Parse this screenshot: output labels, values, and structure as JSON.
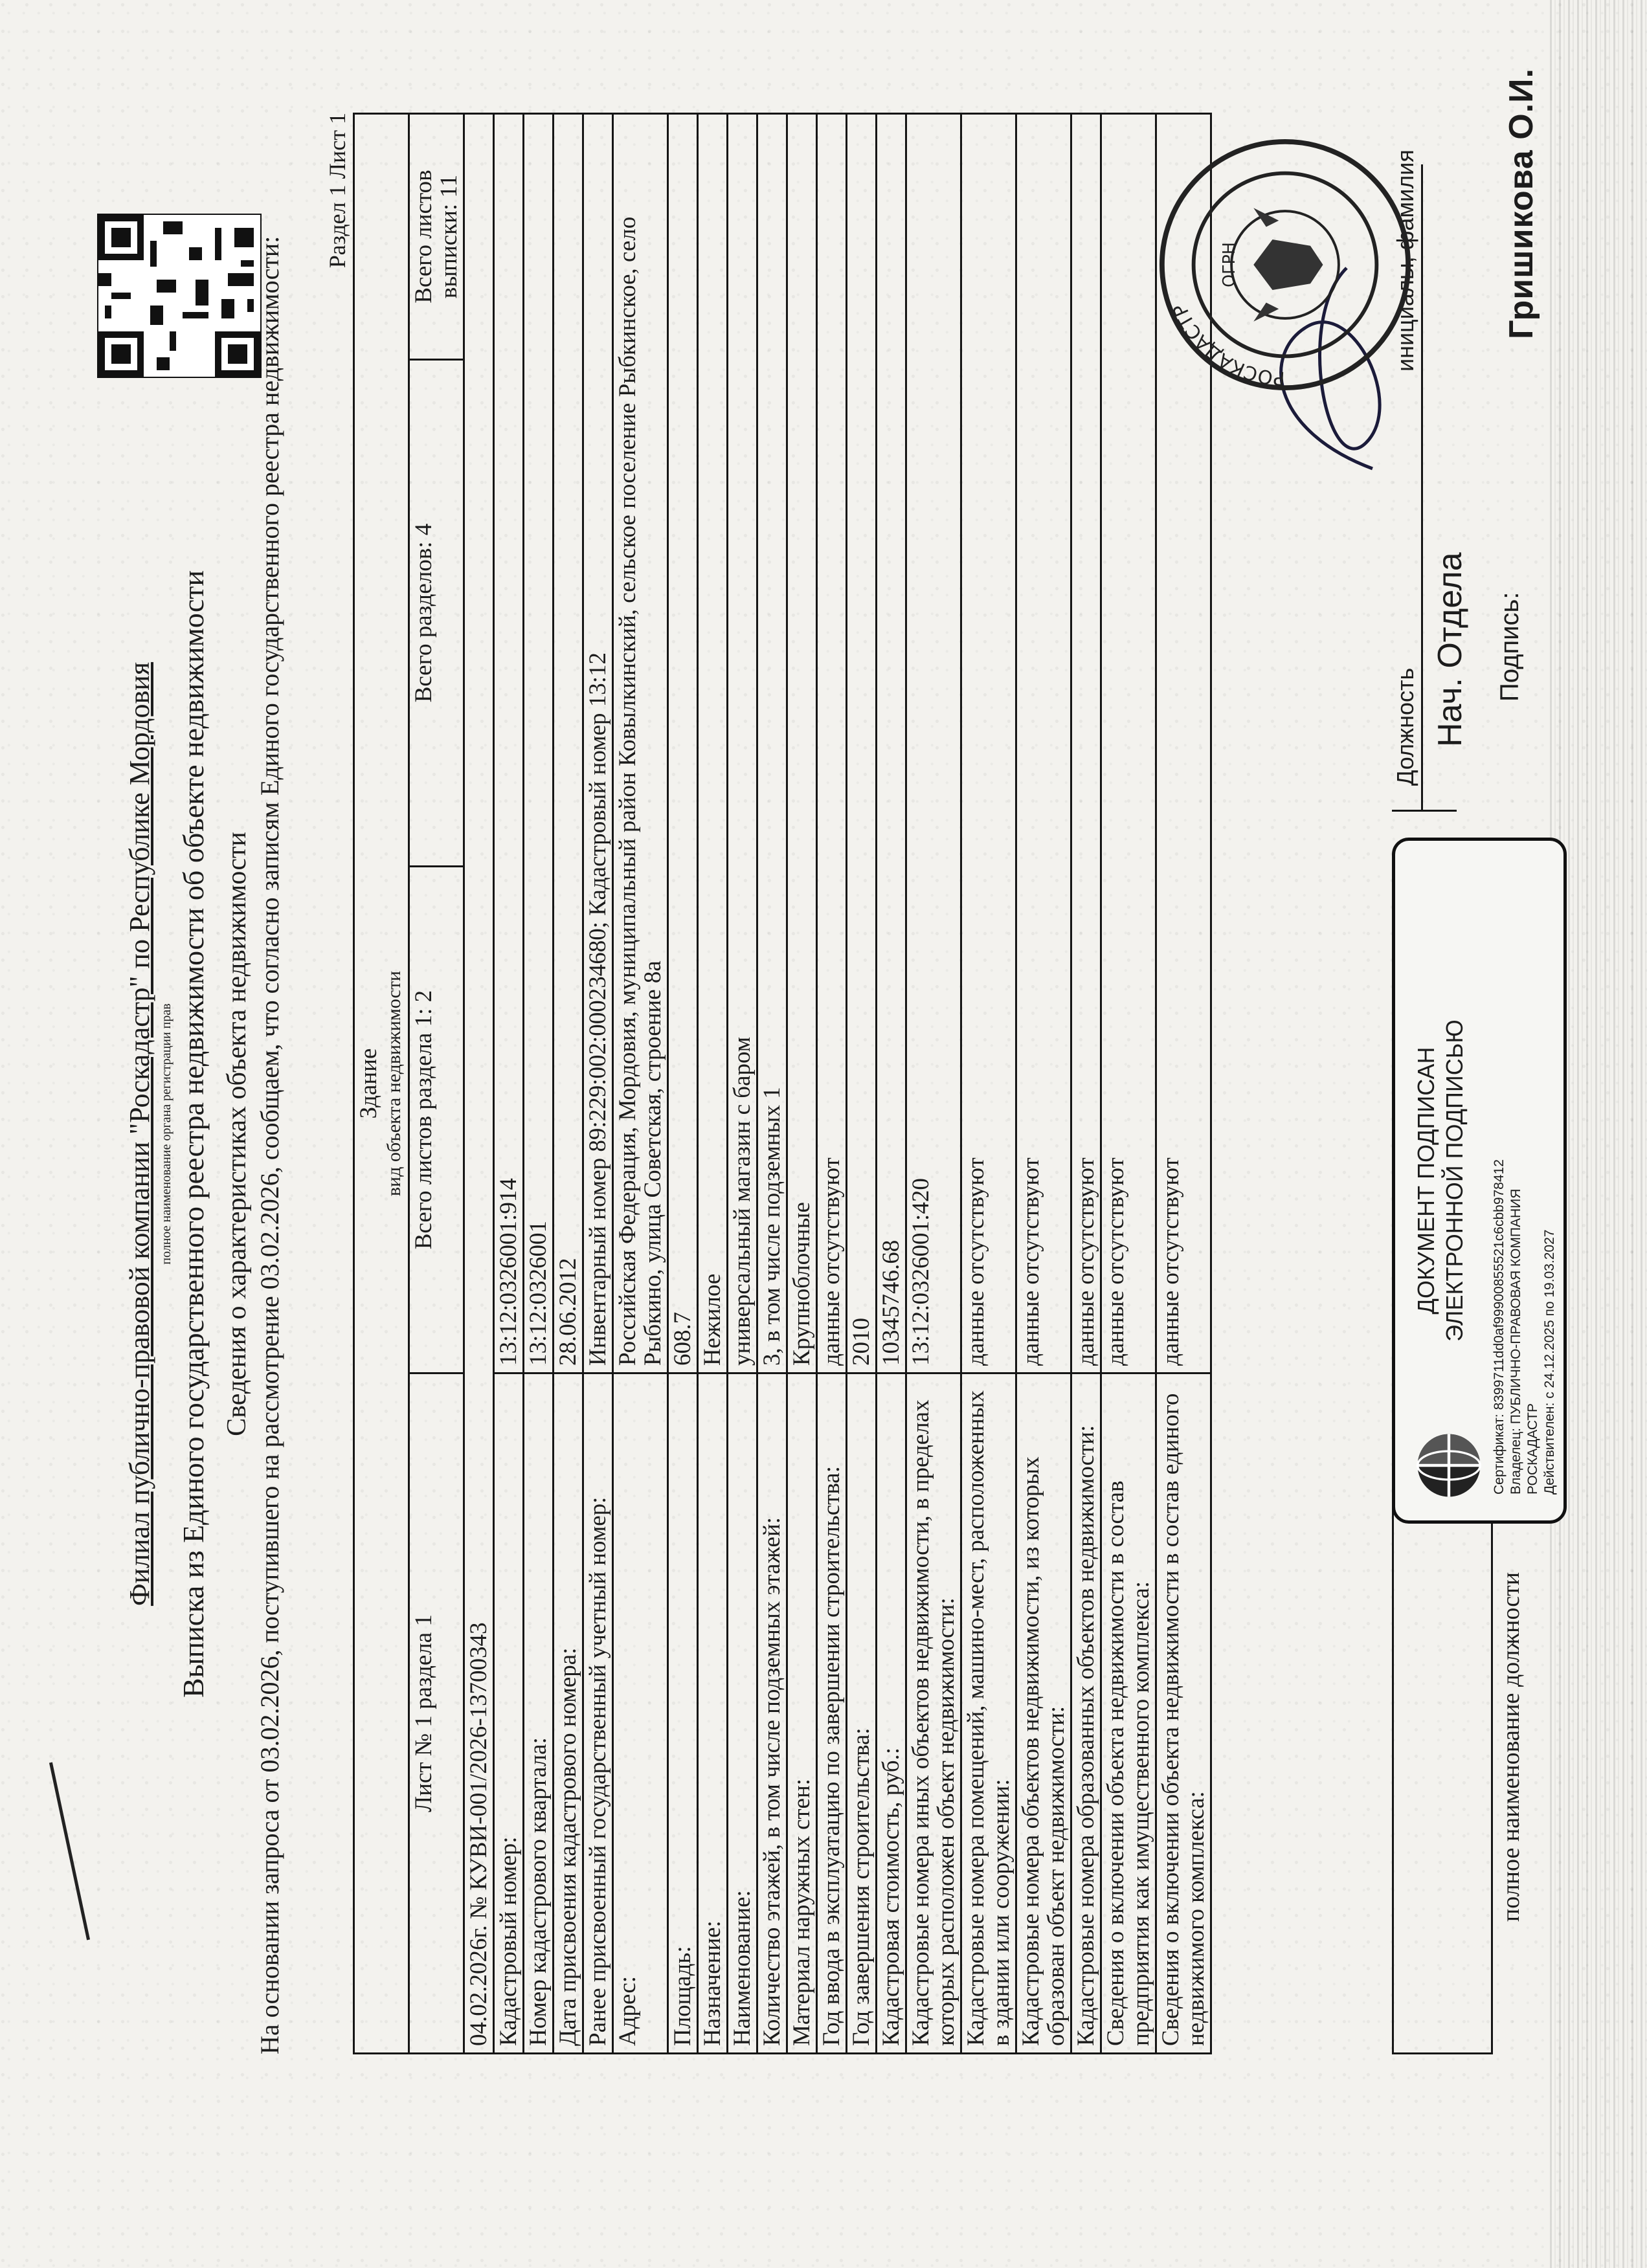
{
  "header": {
    "org_line": "Филиал публично-правовой компании \"Роскадастр\" по Республике Мордовия",
    "org_subline": "полное наименование органа регистрации прав",
    "doc_title": "Выписка из Единого государственного реестра недвижимости об объекте недвижимости",
    "section_title": "Сведения о характеристиках объекта недвижимости",
    "basis": "На основании запроса от 03.02.2026, поступившего на рассмотрение 03.02.2026, сообщаем, что согласно записям Единого государственного реестра недвижимости:",
    "section_label": "Раздел 1 Лист 1"
  },
  "table": {
    "object_type": "Здание",
    "object_type_caption": "вид объекта недвижимости",
    "sheet_no": "Лист № 1 раздела 1",
    "sheets_in_section": "Всего листов раздела 1: 2",
    "sections_total": "Всего разделов: 4",
    "sheets_total": "Всего листов выписки: 11",
    "doc_number": "04.02.2026г. № КУВИ-001/2026-13700343",
    "rows": [
      {
        "label": "Кадастровый номер:",
        "value": "13:12:0326001:914"
      },
      {
        "label": "Номер кадастрового квартала:",
        "value": "13:12:0326001"
      },
      {
        "label": "Дата присвоения кадастрового номера:",
        "value": "28.06.2012"
      },
      {
        "label": "Ранее присвоенный государственный учетный номер:",
        "value": "Инвентарный номер 89:229:002:000234680; Кадастровый номер 13:12"
      },
      {
        "label": "Адрес:",
        "value": "Российская Федерация, Мордовия, муниципальный район Ковылкинский, сельское поселение Рыбкинское, село Рыбкино, улица Советская, строение 8а"
      },
      {
        "label": "Площадь:",
        "value": "608.7"
      },
      {
        "label": "Назначение:",
        "value": "Нежилое"
      },
      {
        "label": "Наименование:",
        "value": "универсальный магазин с баром"
      },
      {
        "label": "Количество этажей, в том числе подземных этажей:",
        "value": "3, в том числе подземных 1"
      },
      {
        "label": "Материал наружных стен:",
        "value": "Крупноблочные"
      },
      {
        "label": "Год ввода в эксплуатацию по завершении строительства:",
        "value": "данные отсутствуют"
      },
      {
        "label": "Год завершения строительства:",
        "value": "2010"
      },
      {
        "label": "Кадастровая стоимость, руб.:",
        "value": "10345746.68"
      },
      {
        "label": "Кадастровые номера иных объектов недвижимости, в пределах которых расположен объект недвижимости:",
        "value": "13:12:0326001:420"
      },
      {
        "label": "Кадастровые номера помещений, машино-мест, расположенных в здании или сооружении:",
        "value": "данные отсутствуют"
      },
      {
        "label": "Кадастровые номера объектов недвижимости, из которых образован объект недвижимости:",
        "value": "данные отсутствуют"
      },
      {
        "label": "Кадастровые номера образованных объектов недвижимости:",
        "value": "данные отсутствуют"
      },
      {
        "label": "Сведения о включении объекта недвижимости в состав предприятия как имущественного комплекса:",
        "value": "данные отсутствуют"
      },
      {
        "label": "Сведения о включении объекта недвижимости в состав единого недвижимого комплекса:",
        "value": "данные отсутствуют"
      }
    ]
  },
  "footer": {
    "position_caption": "полное наименование должности",
    "eds_title_1": "ДОКУМЕНТ ПОДПИСАН",
    "eds_title_2": "ЭЛЕКТРОННОЙ ПОДПИСЬЮ",
    "eds_cert": "Сертификат: 8399711dd0af99900855521c6cbb978412",
    "eds_owner": "Владелец: ПУБЛИЧНО-ПРАВОВАЯ КОМПАНИЯ",
    "eds_owner_2": "РОСКАДАСТР",
    "eds_valid": "Действителен: с 24.12.2025 по 19.03.2027",
    "position_label": "Должность",
    "initials_label": "инициалы, фамилия",
    "role": "Нач. Отдела",
    "signature_label": "Подпись:",
    "signer_name": "Гришикова О.И."
  },
  "seal": {
    "text": "РОСКАДАСТР",
    "ogrn_text": "ОГРН"
  }
}
